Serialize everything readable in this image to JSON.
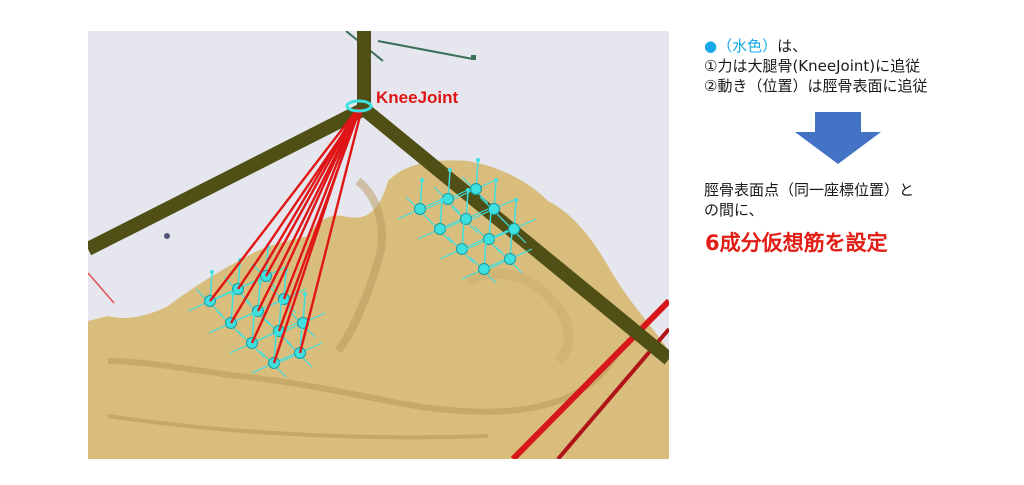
{
  "viewport": {
    "joint_label": "KneeJoint",
    "colors": {
      "background": "#e6e6ef",
      "bone": "#d9bd7c",
      "frame": "#4f4f16",
      "muscle": "#e01515",
      "marker": "#3fe0e0",
      "label": "#e01515"
    }
  },
  "note": {
    "bullet_icon": "filled-circle",
    "color_name": "（水色）",
    "topic_suffix": "は、",
    "line2": "①力は大腿骨(KneeJoint)に追従",
    "line3": "②動き（位置）は脛骨表面に追従"
  },
  "arrow": {
    "direction": "down",
    "color": "#4472c4"
  },
  "result": {
    "line1": "脛骨表面点（同一座標位置）と",
    "line2": "の間に、",
    "emphasis": "6成分仮想筋を設定",
    "emphasis_color": "#e11d16"
  }
}
